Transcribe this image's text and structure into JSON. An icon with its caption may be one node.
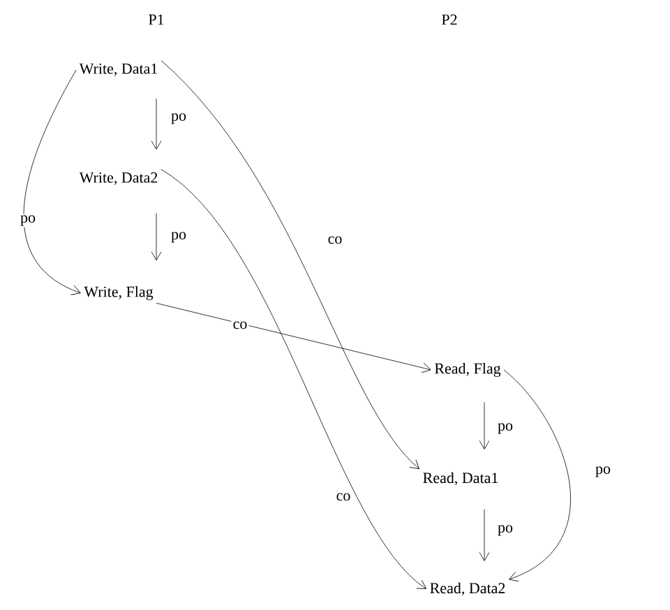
{
  "diagram": {
    "nodes": [
      {
        "text": [
          "Write, Data1"
        ]
      },
      {
        "text": [
          "Write, Data2"
        ]
      },
      {
        "text": [
          "Write, Flag"
        ]
      },
      {
        "text": [
          "Read, Flag"
        ]
      },
      {
        "text": [
          "Read, Data1"
        ]
      },
      {
        "text": [
          "Read, Data2"
        ]
      }
    ],
    "edges": [
      {
        "from": 0,
        "to": 1,
        "arrow": "to",
        "label": "po"
      },
      {
        "from": 1,
        "to": 2,
        "arrow": "to",
        "label": "po"
      },
      {
        "from": 0,
        "to": 2,
        "arrow": "to",
        "label": "po"
      },
      {
        "from": 0,
        "to": 4,
        "arrow": "to",
        "label": "co"
      },
      {
        "from": 1,
        "to": 5,
        "arrow": "to",
        "label": "co"
      },
      {
        "from": 2,
        "to": 3,
        "arrow": "to",
        "label": "co"
      },
      {
        "from": 3,
        "to": 4,
        "arrow": "to",
        "label": "po"
      },
      {
        "from": 4,
        "to": 5,
        "arrow": "to",
        "label": "po"
      },
      {
        "from": 3,
        "to": 5,
        "arrow": "to",
        "label": "po"
      }
    ],
    "labels": [
      "P1",
      "P2"
    ]
  }
}
